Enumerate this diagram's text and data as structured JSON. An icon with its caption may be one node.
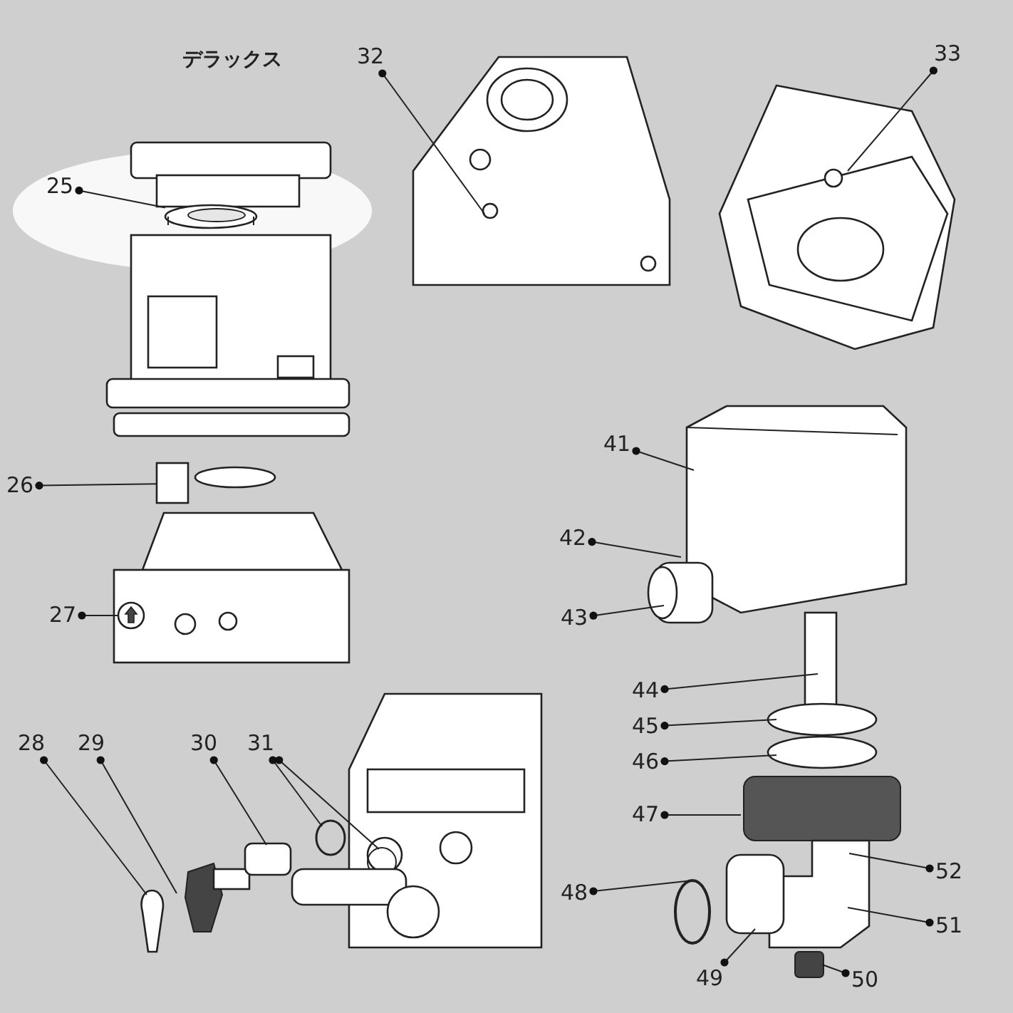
{
  "diagram": {
    "nodes": [
      {
        "text": [
          "25"
        ]
      },
      {
        "text": [
          "26"
        ]
      },
      {
        "text": [
          "27"
        ]
      },
      {
        "text": [
          "28"
        ]
      },
      {
        "text": [
          "29"
        ]
      },
      {
        "text": [
          "30"
        ]
      },
      {
        "text": [
          "31"
        ]
      },
      {
        "text": [
          "32"
        ]
      },
      {
        "text": [
          "33"
        ]
      },
      {
        "text": [
          "41"
        ]
      },
      {
        "text": [
          "42"
        ]
      },
      {
        "text": [
          "43"
        ]
      },
      {
        "text": [
          "44"
        ]
      },
      {
        "text": [
          "45"
        ]
      },
      {
        "text": [
          "46"
        ]
      },
      {
        "text": [
          "47"
        ]
      },
      {
        "text": [
          "48"
        ]
      },
      {
        "text": [
          "49"
        ]
      },
      {
        "text": [
          "50"
        ]
      },
      {
        "text": [
          "51"
        ]
      },
      {
        "text": [
          "52"
        ]
      },
      {
        "text": [],
        "shape": "picture"
      },
      {
        "text": [],
        "shape": "picture"
      },
      {
        "text": [],
        "shape": "picture"
      }
    ],
    "edges": [
      {
        "from": 0,
        "to": 21,
        "arrow": "other"
      },
      {
        "from": 1,
        "to": 22,
        "arrow": "other"
      },
      {
        "from": 2,
        "to": 23,
        "arrow": "other"
      },
      {
        "from": 3,
        "to": null,
        "arrow": "other"
      },
      {
        "from": 4,
        "to": null,
        "arrow": "other"
      },
      {
        "from": 5,
        "to": null,
        "arrow": "other"
      },
      {
        "from": 6,
        "to": null,
        "arrow": "other"
      },
      {
        "from": 6,
        "to": null,
        "arrow": "other"
      },
      {
        "from": 7,
        "to": null,
        "arrow": "other"
      },
      {
        "from": 8,
        "to": null,
        "arrow": "other"
      },
      {
        "from": 9,
        "to": null,
        "arrow": "other"
      },
      {
        "from": 10,
        "to": null,
        "arrow": "other"
      },
      {
        "from": 11,
        "to": null,
        "arrow": "other"
      },
      {
        "from": 12,
        "to": null,
        "arrow": "other"
      },
      {
        "from": 13,
        "to": null,
        "arrow": "other"
      },
      {
        "from": 14,
        "to": null,
        "arrow": "other"
      },
      {
        "from": 15,
        "to": null,
        "arrow": "other"
      },
      {
        "from": 16,
        "to": null,
        "arrow": "other"
      },
      {
        "from": 17,
        "to": null,
        "arrow": "other"
      },
      {
        "from": 18,
        "to": null,
        "arrow": "other"
      },
      {
        "from": 19,
        "to": null,
        "arrow": "other"
      },
      {
        "from": 20,
        "to": null,
        "arrow": "other"
      }
    ],
    "labels": [
      "デラックス"
    ]
  }
}
